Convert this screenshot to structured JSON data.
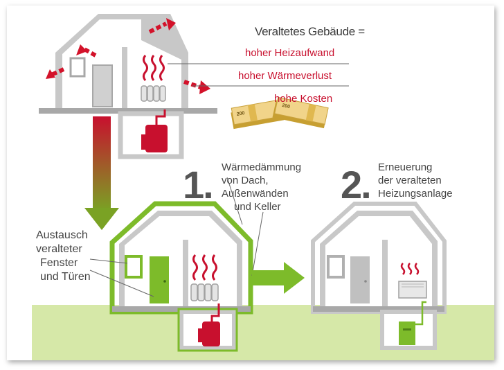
{
  "header": {
    "title": "Veraltetes Gebäude =",
    "lines": [
      "hoher Heizaufwand",
      "hoher  Wärmeverlust",
      "hohe Kosten"
    ]
  },
  "banknote": {
    "denomination": "200"
  },
  "step1": {
    "number": "1.",
    "lines": [
      "Wärmedämmung",
      "von Dach,",
      "Außenwänden",
      "und Keller"
    ]
  },
  "step2": {
    "number": "2.",
    "lines": [
      "Erneuerung",
      "der veralteten",
      "Heizungsanlage"
    ]
  },
  "left_label": {
    "lines": [
      "Austausch",
      "veralteter",
      "Fenster",
      "und Türen"
    ]
  },
  "colors": {
    "accent_red": "#c8102e",
    "insulation_green": "#7dbb2a",
    "ground_green": "#d6e8a8",
    "house_gray": "#a3a3a3",
    "arrow_gradient": [
      "#c8102e",
      "#7aa224"
    ]
  }
}
